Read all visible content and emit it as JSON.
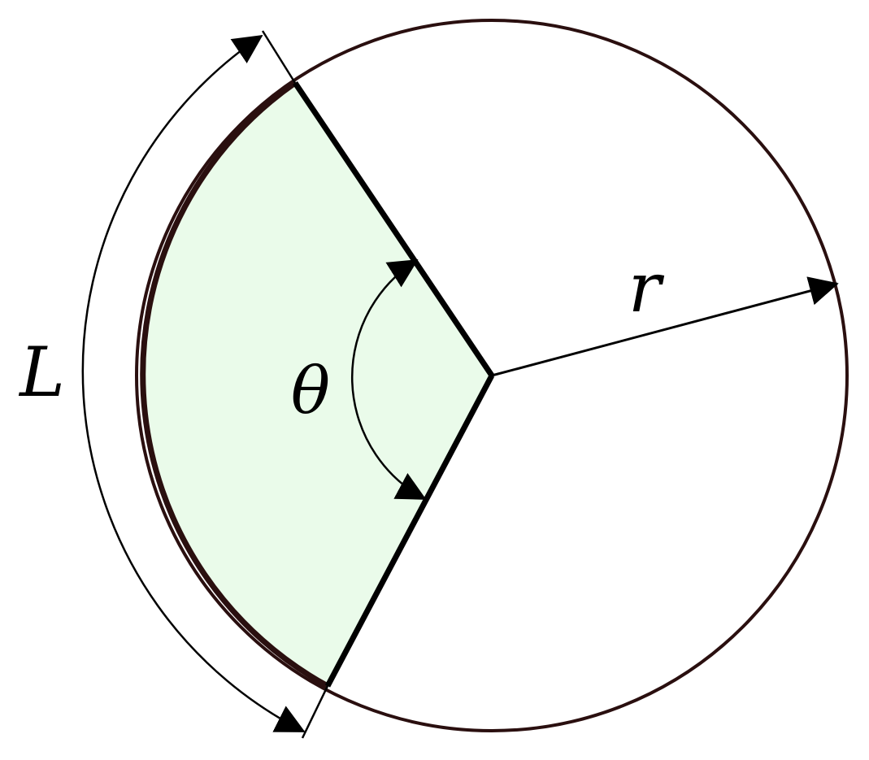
{
  "labels": {
    "arc_length": "L",
    "angle": "θ",
    "radius": "r"
  },
  "colors": {
    "sector_fill": "#eafbea",
    "circle_stroke": "#2a0f0f",
    "line": "#000000",
    "background": "#ffffff"
  }
}
